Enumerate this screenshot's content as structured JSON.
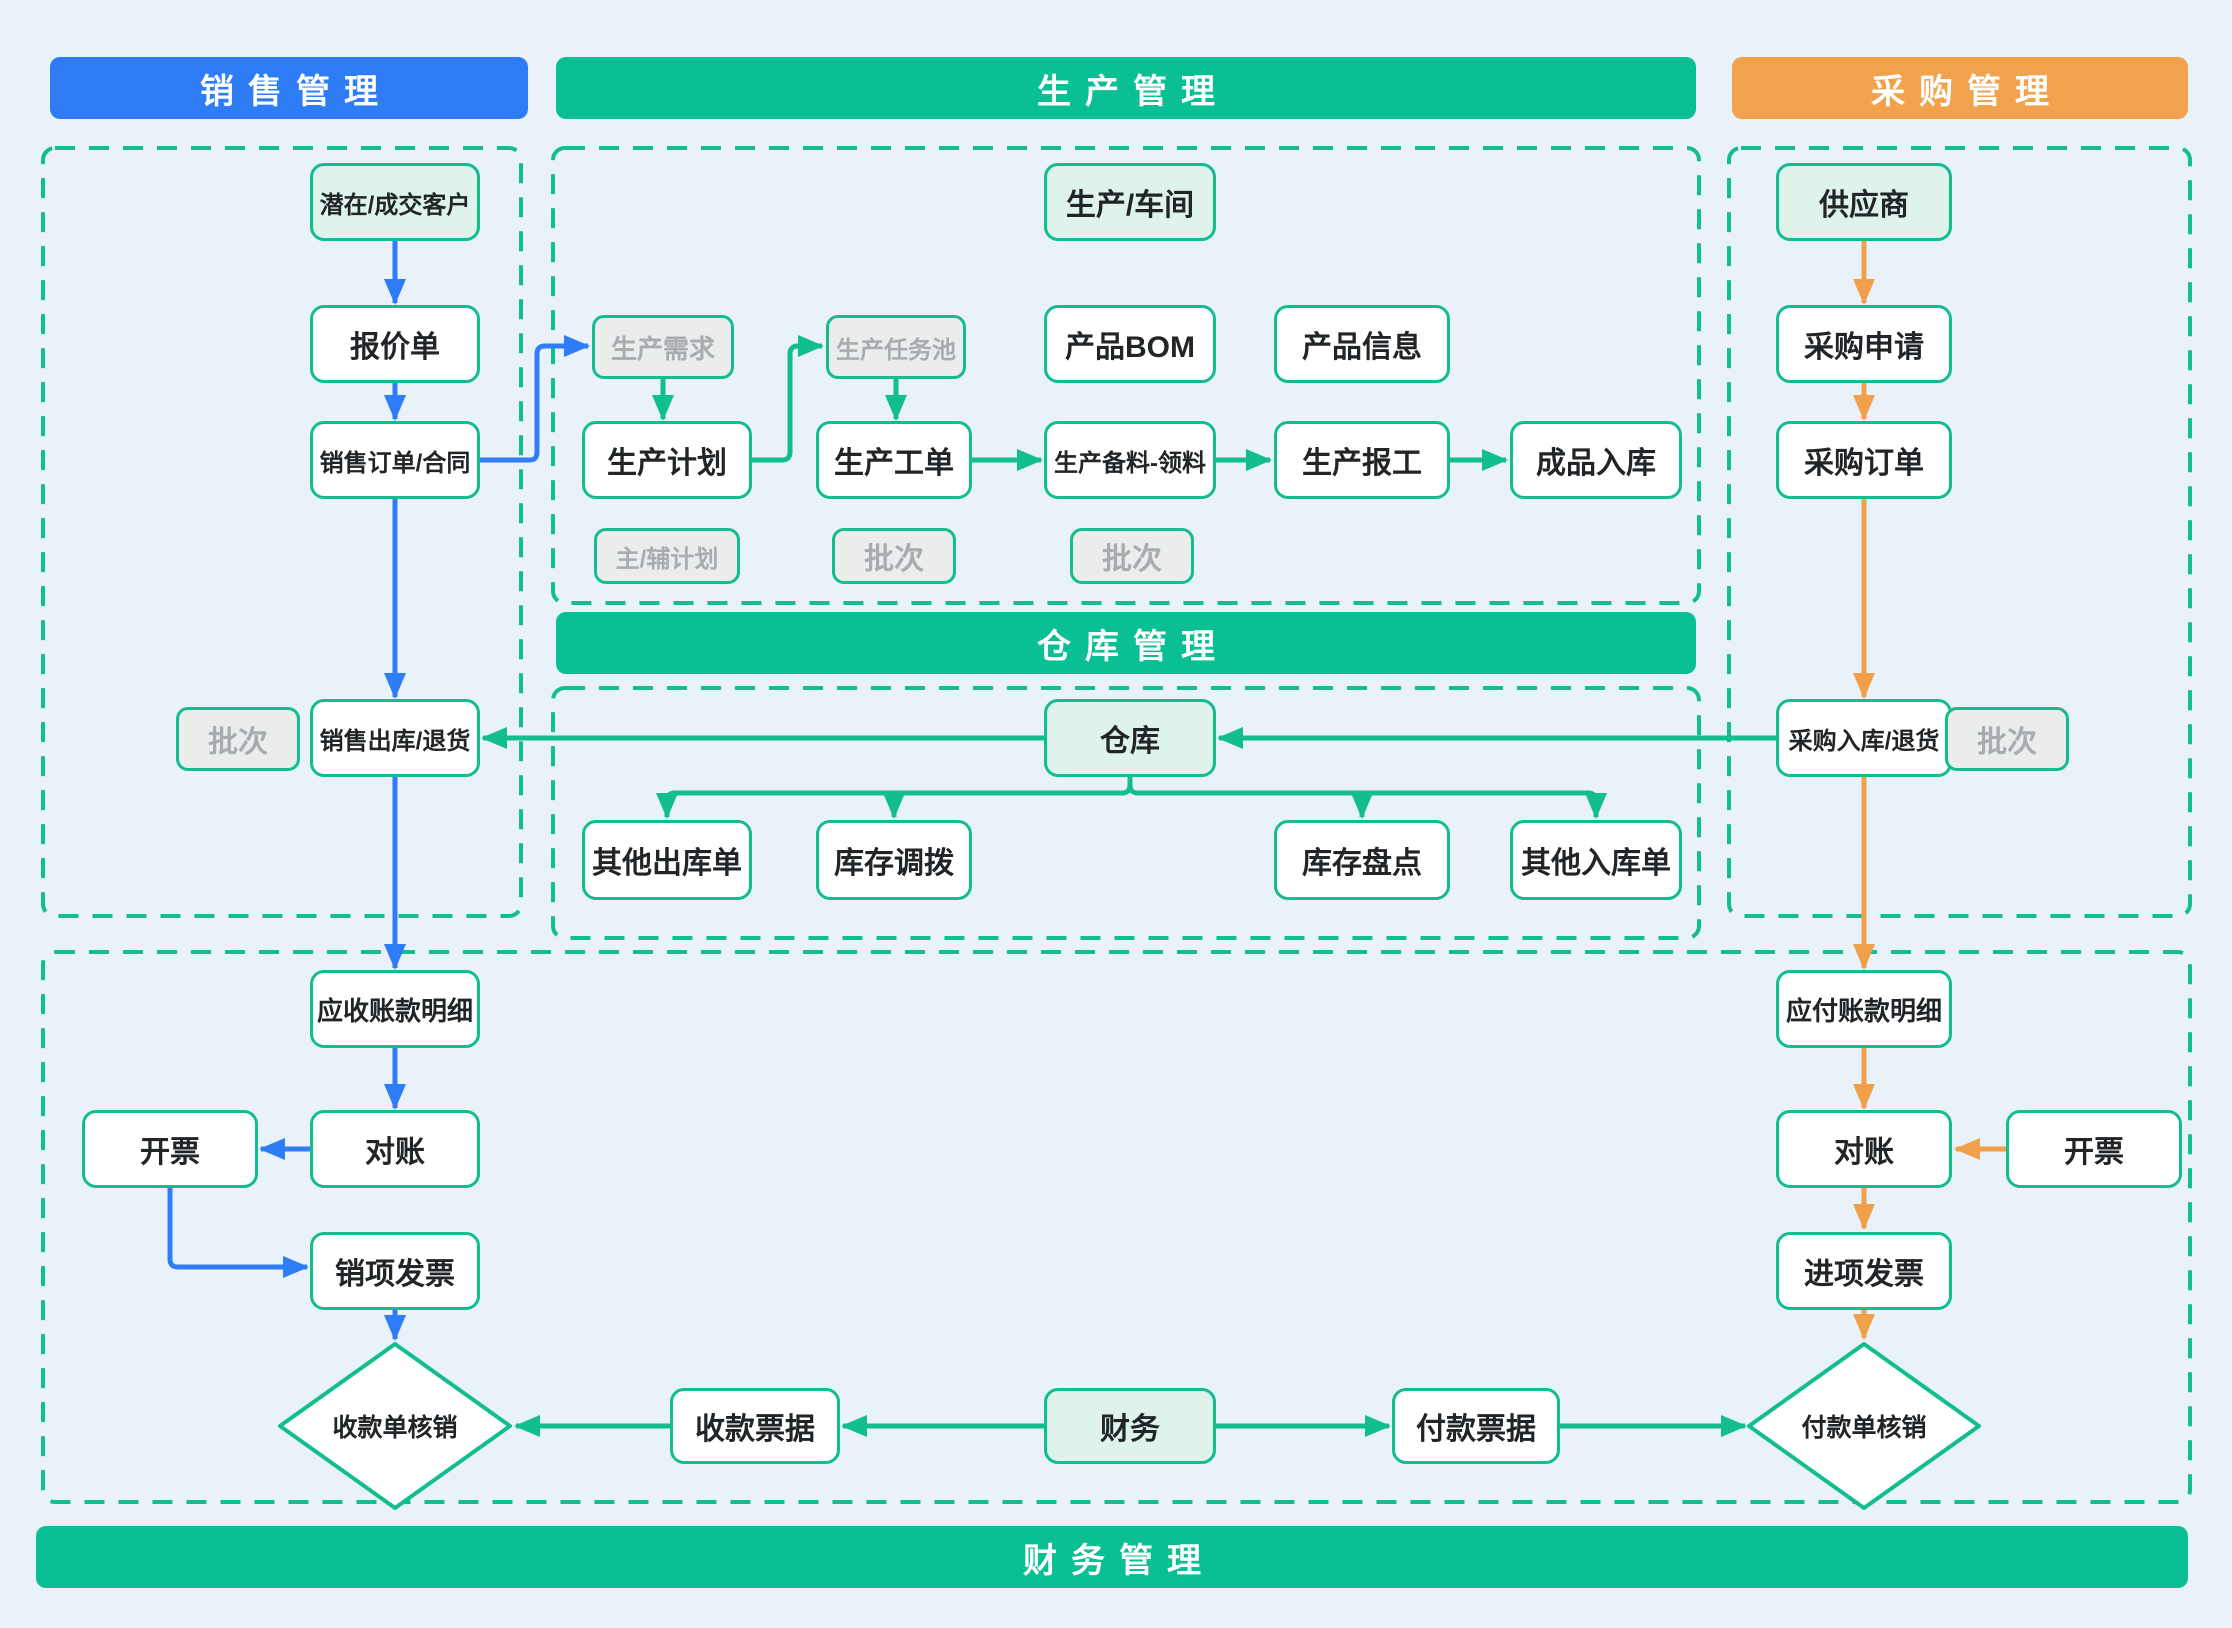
{
  "headers": {
    "sales": "销售管理",
    "production": "生产管理",
    "purchase": "采购管理",
    "warehouse": "仓库管理",
    "finance": "财务管理"
  },
  "colors": {
    "sales_accent": "#2e7cf6",
    "production_accent": "#0abf94",
    "purchase_accent": "#f2a24d",
    "arrow_green": "#12bd8e",
    "arrow_blue": "#2e7cf6",
    "arrow_orange": "#f0a04b",
    "node_border": "#12bd8e",
    "tint_fill": "#ddf3ec",
    "grey_fill": "#ebecec",
    "grey_text": "#a8acb1",
    "text": "#222527",
    "background": "#e9f1f9"
  },
  "nodes": {
    "customer": {
      "label": "潜在/成交客户"
    },
    "quotation": {
      "label": "报价单"
    },
    "sales_order": {
      "label": "销售订单/合同"
    },
    "batch_sales": {
      "label": "批次"
    },
    "sales_outbound": {
      "label": "销售出库/退货"
    },
    "ar_detail": {
      "label": "应收账款明细"
    },
    "reconcile_sales": {
      "label": "对账"
    },
    "invoice_sales": {
      "label": "开票"
    },
    "sales_invoice": {
      "label": "销项发票"
    },
    "receipt_writeoff": {
      "label": "收款单核销"
    },
    "prod_workshop": {
      "label": "生产/车间"
    },
    "prod_demand": {
      "label": "生产需求"
    },
    "prod_task_pool": {
      "label": "生产任务池"
    },
    "product_bom": {
      "label": "产品BOM"
    },
    "product_info": {
      "label": "产品信息"
    },
    "prod_plan": {
      "label": "生产计划"
    },
    "main_aux_plan": {
      "label": "主/辅计划"
    },
    "prod_workorder": {
      "label": "生产工单"
    },
    "batch_workorder": {
      "label": "批次"
    },
    "prod_material": {
      "label": "生产备料-领料"
    },
    "batch_material": {
      "label": "批次"
    },
    "prod_report": {
      "label": "生产报工"
    },
    "finished_inbound": {
      "label": "成品入库"
    },
    "warehouse": {
      "label": "仓库"
    },
    "other_outbound": {
      "label": "其他出库单"
    },
    "inventory_transfer": {
      "label": "库存调拨"
    },
    "inventory_count": {
      "label": "库存盘点"
    },
    "other_inbound": {
      "label": "其他入库单"
    },
    "supplier": {
      "label": "供应商"
    },
    "purchase_request": {
      "label": "采购申请"
    },
    "purchase_order": {
      "label": "采购订单"
    },
    "purchase_inbound": {
      "label": "采购入库/退货"
    },
    "batch_purchase": {
      "label": "批次"
    },
    "ap_detail": {
      "label": "应付账款明细"
    },
    "reconcile_purchase": {
      "label": "对账"
    },
    "invoice_purchase": {
      "label": "开票"
    },
    "purchase_invoice": {
      "label": "进项发票"
    },
    "payment_writeoff": {
      "label": "付款单核销"
    },
    "receipt_bill": {
      "label": "收款票据"
    },
    "finance": {
      "label": "财务"
    },
    "payment_bill": {
      "label": "付款票据"
    }
  },
  "edges": [
    {
      "from": "customer",
      "to": "quotation",
      "color": "blue"
    },
    {
      "from": "quotation",
      "to": "sales_order",
      "color": "blue"
    },
    {
      "from": "sales_order",
      "to": "prod_demand",
      "color": "blue"
    },
    {
      "from": "sales_order",
      "to": "sales_outbound",
      "color": "blue"
    },
    {
      "from": "sales_outbound",
      "to": "ar_detail",
      "color": "blue"
    },
    {
      "from": "ar_detail",
      "to": "reconcile_sales",
      "color": "blue"
    },
    {
      "from": "reconcile_sales",
      "to": "invoice_sales",
      "color": "blue"
    },
    {
      "from": "invoice_sales",
      "to": "sales_invoice",
      "color": "blue"
    },
    {
      "from": "sales_invoice",
      "to": "receipt_writeoff",
      "color": "blue"
    },
    {
      "from": "prod_demand",
      "to": "prod_plan",
      "color": "green"
    },
    {
      "from": "prod_plan",
      "to": "prod_task_pool",
      "color": "green"
    },
    {
      "from": "prod_task_pool",
      "to": "prod_workorder",
      "color": "green"
    },
    {
      "from": "prod_workorder",
      "to": "prod_material",
      "color": "green"
    },
    {
      "from": "prod_material",
      "to": "prod_report",
      "color": "green"
    },
    {
      "from": "prod_report",
      "to": "finished_inbound",
      "color": "green"
    },
    {
      "from": "purchase_inbound",
      "to": "warehouse",
      "color": "green"
    },
    {
      "from": "warehouse",
      "to": "sales_outbound",
      "color": "green"
    },
    {
      "from": "warehouse",
      "to": "other_outbound",
      "color": "green"
    },
    {
      "from": "warehouse",
      "to": "inventory_transfer",
      "color": "green"
    },
    {
      "from": "warehouse",
      "to": "inventory_count",
      "color": "green"
    },
    {
      "from": "warehouse",
      "to": "other_inbound",
      "color": "green"
    },
    {
      "from": "finance",
      "to": "receipt_bill",
      "color": "green"
    },
    {
      "from": "finance",
      "to": "payment_bill",
      "color": "green"
    },
    {
      "from": "receipt_bill",
      "to": "receipt_writeoff",
      "color": "green"
    },
    {
      "from": "payment_bill",
      "to": "payment_writeoff",
      "color": "green"
    },
    {
      "from": "supplier",
      "to": "purchase_request",
      "color": "orange"
    },
    {
      "from": "purchase_request",
      "to": "purchase_order",
      "color": "orange"
    },
    {
      "from": "purchase_order",
      "to": "purchase_inbound",
      "color": "orange"
    },
    {
      "from": "purchase_inbound",
      "to": "ap_detail",
      "color": "orange"
    },
    {
      "from": "ap_detail",
      "to": "reconcile_purchase",
      "color": "orange"
    },
    {
      "from": "invoice_purchase",
      "to": "reconcile_purchase",
      "color": "orange"
    },
    {
      "from": "reconcile_purchase",
      "to": "purchase_invoice",
      "color": "orange"
    },
    {
      "from": "purchase_invoice",
      "to": "payment_writeoff",
      "color": "orange"
    }
  ]
}
